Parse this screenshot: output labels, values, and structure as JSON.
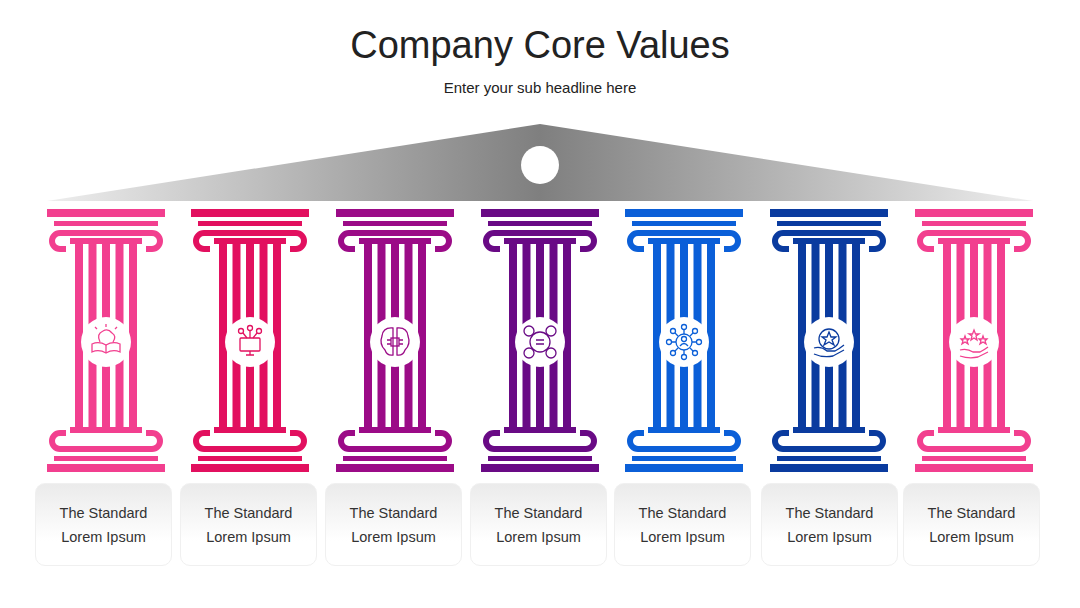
{
  "diagram": {
    "title": "Company Core Values",
    "nodes": [
      {
        "text": [
          "The Standard",
          "Lorem Ipsum"
        ]
      },
      {
        "text": [
          "The Standard",
          "Lorem Ipsum"
        ]
      },
      {
        "text": [
          "The Standard",
          "Lorem Ipsum"
        ]
      },
      {
        "text": [
          "The Standard",
          "Lorem Ipsum"
        ]
      },
      {
        "text": [
          "The Standard",
          "Lorem Ipsum"
        ]
      },
      {
        "text": [
          "The Standard",
          "Lorem Ipsum"
        ]
      },
      {
        "text": [
          "The Standard",
          "Lorem Ipsum"
        ]
      }
    ],
    "labels": [
      "Enter your sub headline here"
    ]
  }
}
